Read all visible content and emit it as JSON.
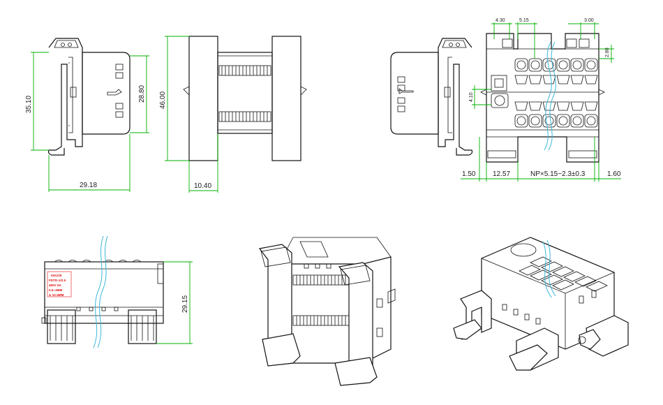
{
  "dimensions": {
    "front_height": "35.10",
    "front_inner_height": "28.80",
    "front_width": "29.18",
    "side_height": "46.00",
    "side_width": "10.40",
    "top_pitch_a": "4.30",
    "top_pitch_b": "5.15",
    "top_pitch_c": "3.00",
    "top_right_small": "2.80",
    "top_left_small": "4.10",
    "bottom_a": "1.50",
    "bottom_b": "12.57",
    "bottom_formula": "NP×5.15−2.3±0.3",
    "bottom_c": "1.60",
    "lower_view_height": "29.15"
  },
  "label": {
    "line1": "ISK225",
    "line2": "FDTD-1/2.5",
    "line3": "450V 6A",
    "line4": "0.5~4MM",
    "line5": "& 10-4MM"
  },
  "colors": {
    "line": "#111111",
    "dimension": "#00b000",
    "break_line": "#39b8d8",
    "label_text": "#e01010"
  }
}
